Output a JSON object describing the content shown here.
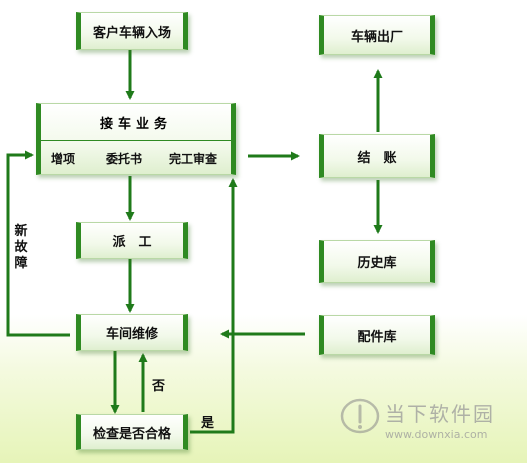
{
  "nodes": {
    "customer_entry": "客户车辆入场",
    "reception": {
      "title": "接车业务",
      "items": [
        "增项",
        "委托书",
        "完工审查"
      ]
    },
    "dispatch": "派　工",
    "workshop_repair": "车间维修",
    "inspection": "检查是否合格",
    "checkout": "结　账",
    "vehicle_exit": "车辆出厂",
    "history": "历史库",
    "parts": "配件库"
  },
  "edge_labels": {
    "new_fault": "新故障",
    "no": "否",
    "yes": "是"
  },
  "watermark": {
    "brand": "当下软件园",
    "url": "www.downxia.com"
  },
  "colors": {
    "accent": "#2f8a22",
    "arrow": "#1f7a1a"
  }
}
